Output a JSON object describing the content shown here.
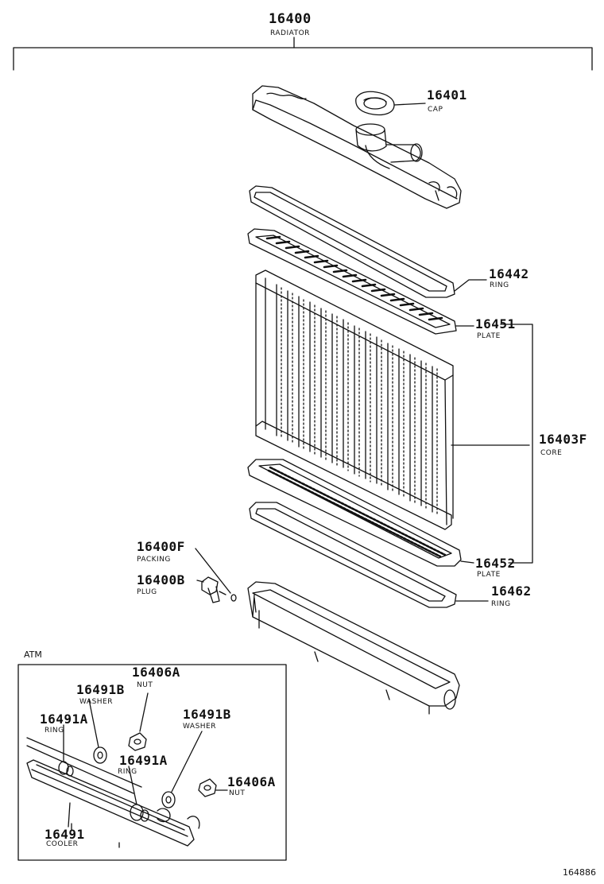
{
  "assembly": {
    "number": "16400",
    "name": "RADIATOR"
  },
  "parts": {
    "cap": {
      "number": "16401",
      "name": "CAP"
    },
    "upper_ring": {
      "number": "16442",
      "name": "RING"
    },
    "upper_plate": {
      "number": "16451",
      "name": "PLATE"
    },
    "core": {
      "number": "16403F",
      "name": "CORE"
    },
    "packing": {
      "number": "16400F",
      "name": "PACKING"
    },
    "plug": {
      "number": "16400B",
      "name": "PLUG"
    },
    "lower_plate": {
      "number": "16452",
      "name": "PLATE"
    },
    "lower_ring": {
      "number": "16462",
      "name": "RING"
    }
  },
  "atm": {
    "label": "ATM",
    "parts": {
      "nut_top": {
        "number": "16406A",
        "name": "NUT"
      },
      "washer_left": {
        "number": "16491B",
        "name": "WASHER"
      },
      "ring_left": {
        "number": "16491A",
        "name": "RING"
      },
      "washer_right": {
        "number": "16491B",
        "name": "WASHER"
      },
      "ring_mid": {
        "number": "16491A",
        "name": "RING"
      },
      "nut_right": {
        "number": "16406A",
        "name": "NUT"
      },
      "cooler": {
        "number": "16491",
        "name": "COOLER"
      }
    }
  },
  "figure_ref": "164886"
}
